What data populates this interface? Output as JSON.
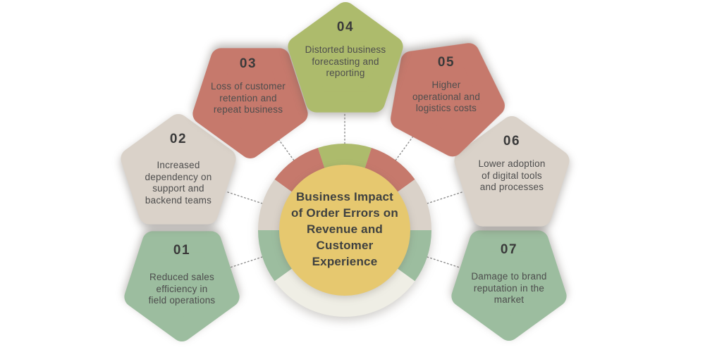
{
  "styles": {
    "background": "#ffffff",
    "connector_color": "#8c8c8c",
    "ring_filler_color": "#efeee5",
    "center_bg": "#e6c86f",
    "number_color": "#3a3a3a",
    "desc_color": "#4d4d4d",
    "center_text_color": "#3e4040"
  },
  "center": {
    "lines": [
      "Business Impact",
      "of Order Errors on",
      "Revenue and",
      "Customer",
      "Experience"
    ]
  },
  "items": [
    {
      "number": "01",
      "lines": [
        "Reduced sales",
        "efficiency in",
        "field operations"
      ],
      "color": "#9cbd9f"
    },
    {
      "number": "02",
      "lines": [
        "Increased",
        "dependency on",
        "support and",
        "backend teams"
      ],
      "color": "#dad2c9"
    },
    {
      "number": "03",
      "lines": [
        "Loss of customer",
        "retention and",
        "repeat business"
      ],
      "color": "#c6796c"
    },
    {
      "number": "04",
      "lines": [
        "Distorted business",
        "forecasting and",
        "reporting"
      ],
      "color": "#adbb6c"
    },
    {
      "number": "05",
      "lines": [
        "Higher",
        "operational and",
        "logistics costs"
      ],
      "color": "#c6796c"
    },
    {
      "number": "06",
      "lines": [
        "Lower adoption",
        "of digital tools",
        "and processes"
      ],
      "color": "#dad2c9"
    },
    {
      "number": "07",
      "lines": [
        "Damage to brand",
        "reputation in the",
        "market"
      ],
      "color": "#9cbd9f"
    }
  ]
}
